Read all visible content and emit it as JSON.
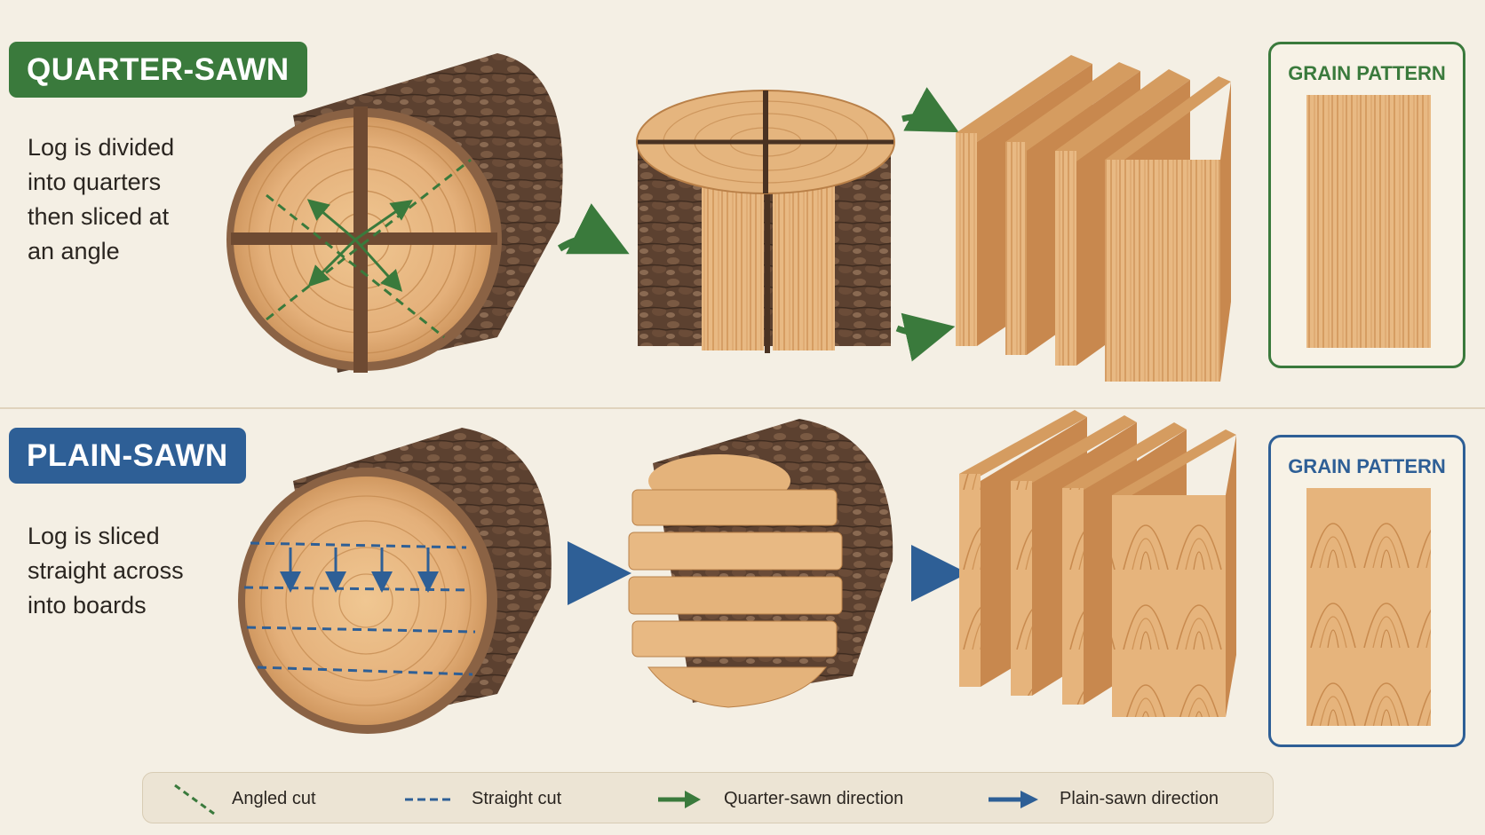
{
  "quarter": {
    "badge": "QUARTER-SAWN",
    "description": "Log is divided\ninto quarters\nthen sliced at\nan angle",
    "grain_title": "GRAIN PATTERN"
  },
  "plain": {
    "badge": "PLAIN-SAWN",
    "description": "Log is sliced\nstraight across\ninto boards",
    "grain_title": "GRAIN PATTERN"
  },
  "legend": {
    "angled": "Angled cut",
    "straight": "Straight cut",
    "quarter_dir": "Quarter-sawn direction",
    "plain_dir": "Plain-sawn direction"
  },
  "colors": {
    "quarter_green": "#3a7a3c",
    "plain_blue": "#2e5f96",
    "wood_light": "#e7b77f",
    "wood_mid": "#d69e62",
    "bark_dark": "#5a4030",
    "background": "#f4efe4"
  },
  "icons": {
    "quarter_arrow": "arrow-right-icon",
    "plain_arrow": "arrow-right-icon",
    "angled_cut": "dashed-diagonal-icon",
    "straight_cut": "dashed-line-icon"
  }
}
